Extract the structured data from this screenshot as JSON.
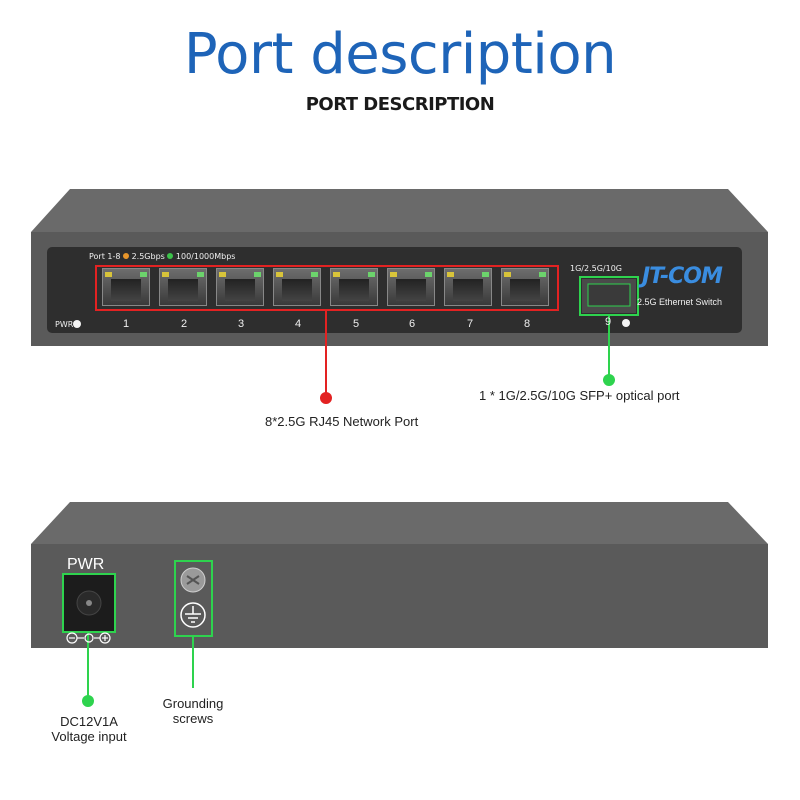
{
  "header": {
    "title": "Port description",
    "subtitle": "PORT DESCRIPTION"
  },
  "front_panel": {
    "legend": {
      "port_range": "Port 1-8",
      "speed_a": "2.5Gbps",
      "speed_b": "100/1000Mbps"
    },
    "port_numbers": [
      "1",
      "2",
      "3",
      "4",
      "5",
      "6",
      "7",
      "8"
    ],
    "sfp_label": "1G/2.5G/10G",
    "sfp_number": "9",
    "pwr_label": "PWR",
    "brand": "JT-COM",
    "model": "2.5G Ethernet Switch",
    "callout_rj45": "8*2.5G RJ45 Network Port",
    "callout_sfp": "1 * 1G/2.5G/10G SFP+ optical port"
  },
  "rear_panel": {
    "pwr_label": "PWR",
    "callout_power_line1": "DC12V1A",
    "callout_power_line2": "Voltage input",
    "callout_ground_line1": "Grounding",
    "callout_ground_line2": "screws"
  },
  "colors": {
    "title": "#1e64b8",
    "chassis": "#5c5c5c",
    "highlight_red": "#e32222",
    "highlight_green": "#2ed34e"
  }
}
